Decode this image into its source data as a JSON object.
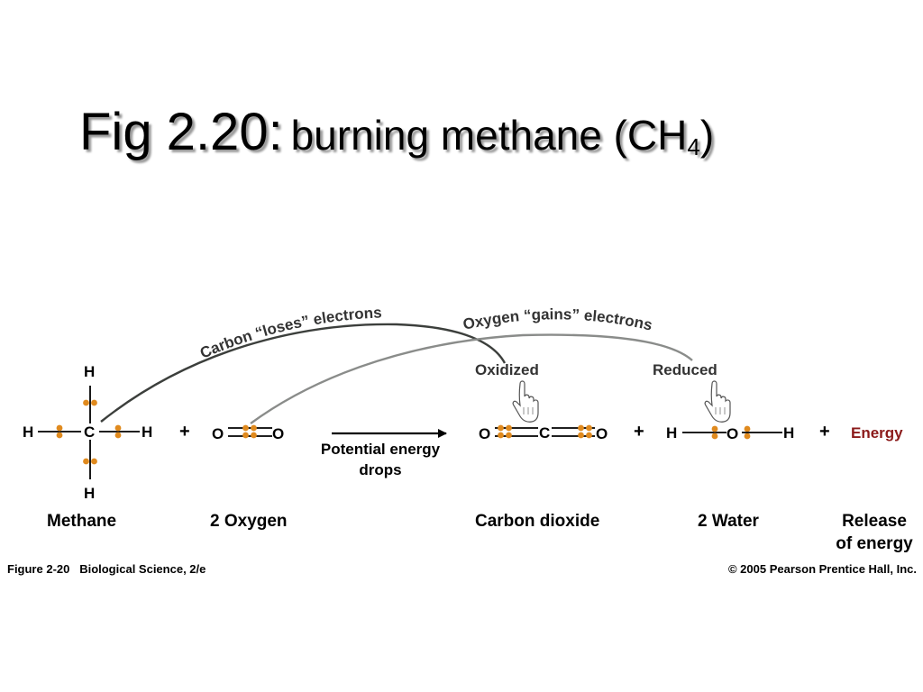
{
  "title": {
    "main": "Fig 2.20:",
    "subtitle": "burning methane (CH",
    "subscript": "4",
    "closing": ")"
  },
  "arcs": {
    "carbon_label": "Carbon “loses” electrons",
    "oxygen_label": "Oxygen “gains” electrons"
  },
  "annotations": {
    "oxidized": "Oxidized",
    "reduced": "Reduced",
    "arrow_label_line1": "Potential energy",
    "arrow_label_line2": "drops"
  },
  "atoms": {
    "H": "H",
    "C": "C",
    "O": "O"
  },
  "symbols": {
    "plus": "+"
  },
  "energy_word": "Energy",
  "labels": {
    "methane": "Methane",
    "oxygen": "2 Oxygen",
    "carbon_dioxide": "Carbon dioxide",
    "water": "2 Water",
    "release_line1": "Release",
    "release_line2": "of energy"
  },
  "footer": {
    "left": "Figure 2-20   Biological Science, 2/e",
    "right": "© 2005 Pearson Prentice Hall, Inc."
  },
  "colors": {
    "electron": "#e08a1e",
    "energy": "#8b1a1a",
    "carbon_arc": "#3c3f3c",
    "oxygen_arc": "#8a8c8a"
  },
  "icons": [
    "pointing-hand-icon"
  ]
}
